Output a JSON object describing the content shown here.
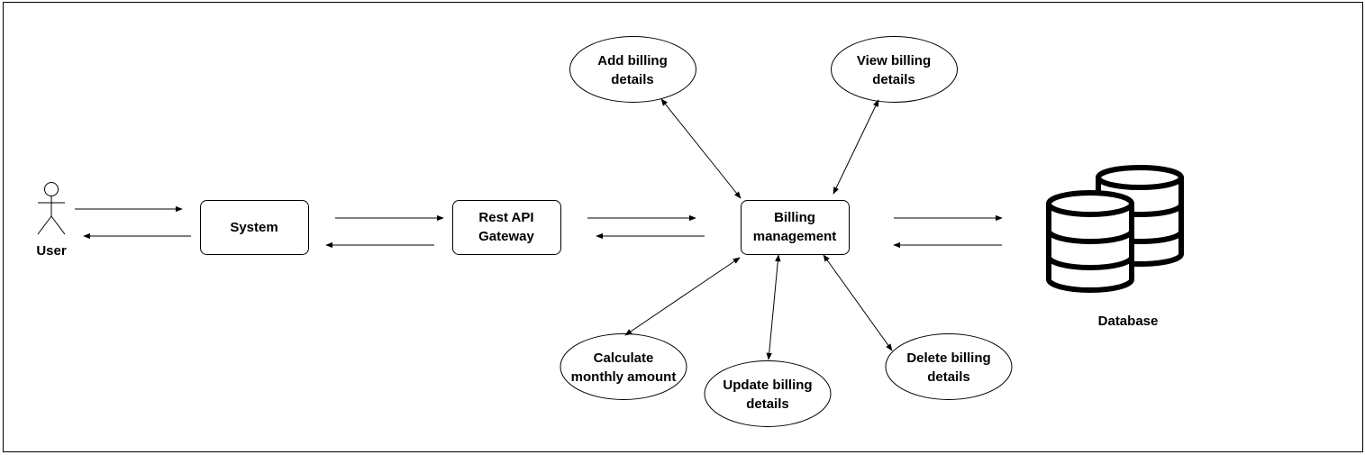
{
  "actor": {
    "label": "User"
  },
  "nodes": {
    "system": "System",
    "gateway": "Rest API\nGateway",
    "billing": "Billing\nmanagement",
    "add": "Add billing\ndetails",
    "view": "View billing\ndetails",
    "calculate": "Calculate\nmonthly amount",
    "update": "Update billing\ndetails",
    "delete": "Delete billing\ndetails",
    "database": "Database"
  },
  "icons": {
    "actor": "stick-figure-icon",
    "database": "database-cylinders-icon"
  },
  "colors": {
    "stroke": "#000000",
    "background": "#ffffff"
  }
}
